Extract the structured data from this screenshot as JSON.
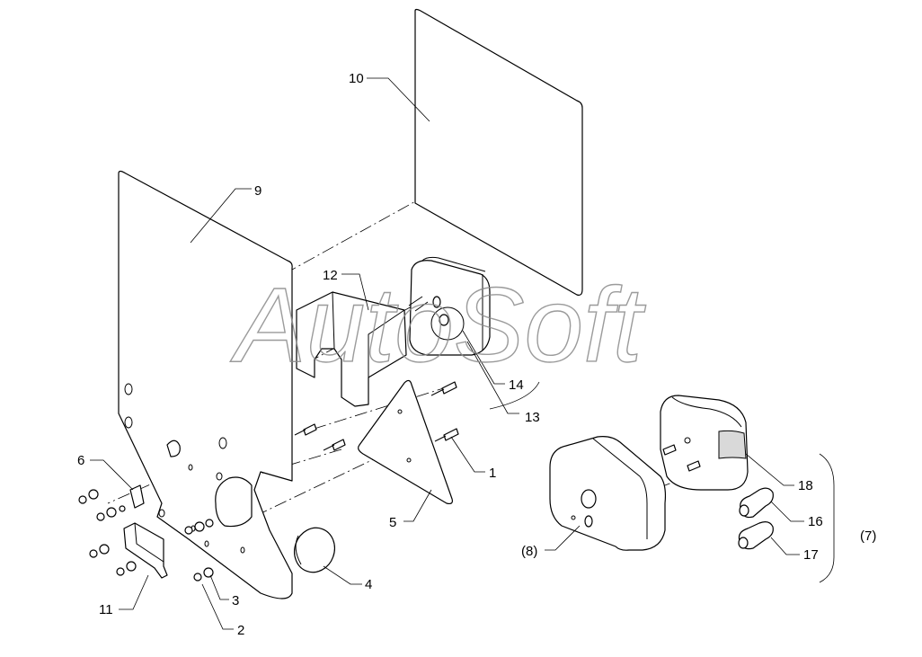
{
  "watermark": "AutoSoft",
  "labels": {
    "l1": "1",
    "l2": "2",
    "l3": "3",
    "l4": "4",
    "l5": "5",
    "l6": "6",
    "l7": "(7)",
    "l8": "(8)",
    "l9": "9",
    "l10": "10",
    "l11": "11",
    "l12": "12",
    "l13": "13",
    "l14": "14",
    "l16": "16",
    "l17": "17",
    "l18": "18"
  }
}
